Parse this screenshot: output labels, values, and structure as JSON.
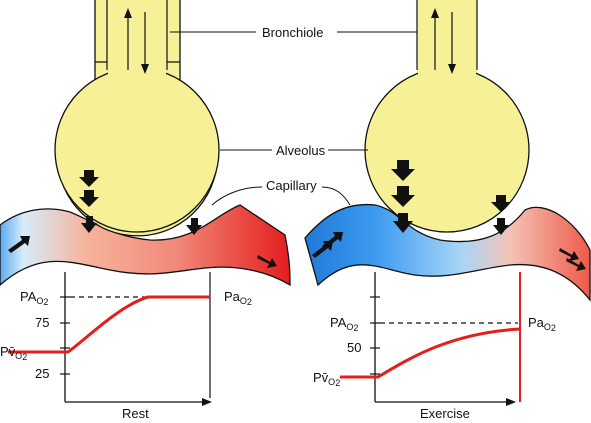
{
  "labels": {
    "bronchiole": "Bronchiole",
    "alveolus": "Alveolus",
    "capillary": "Capillary"
  },
  "rest_graph": {
    "title": "Rest",
    "y_ticks": [
      "75",
      "25"
    ],
    "pao2_main": "PA",
    "pao2_sub": "O",
    "pao2_sub2": "2",
    "pao2_right_main": "Pa",
    "pao2_right_sub": "O",
    "pao2_right_sub2": "2",
    "pvo2_main": "Pv̄",
    "pvo2_sub": "O",
    "pvo2_sub2": "2"
  },
  "exercise_graph": {
    "title": "Exercise",
    "y_ticks": [
      "50"
    ],
    "pao2_main": "PA",
    "pao2_sub": "O",
    "pao2_sub2": "2",
    "pao2_right_main": "Pa",
    "pao2_right_sub": "O",
    "pao2_right_sub2": "2",
    "pvo2_main": "Pv̄",
    "pvo2_sub": "O",
    "pvo2_sub2": "2"
  },
  "colors": {
    "alveolus_fill": "#f6f096",
    "venous_blue": "#2a8fe0",
    "arterial_red": "#e41e1e",
    "curve_red": "#e41e1e"
  }
}
